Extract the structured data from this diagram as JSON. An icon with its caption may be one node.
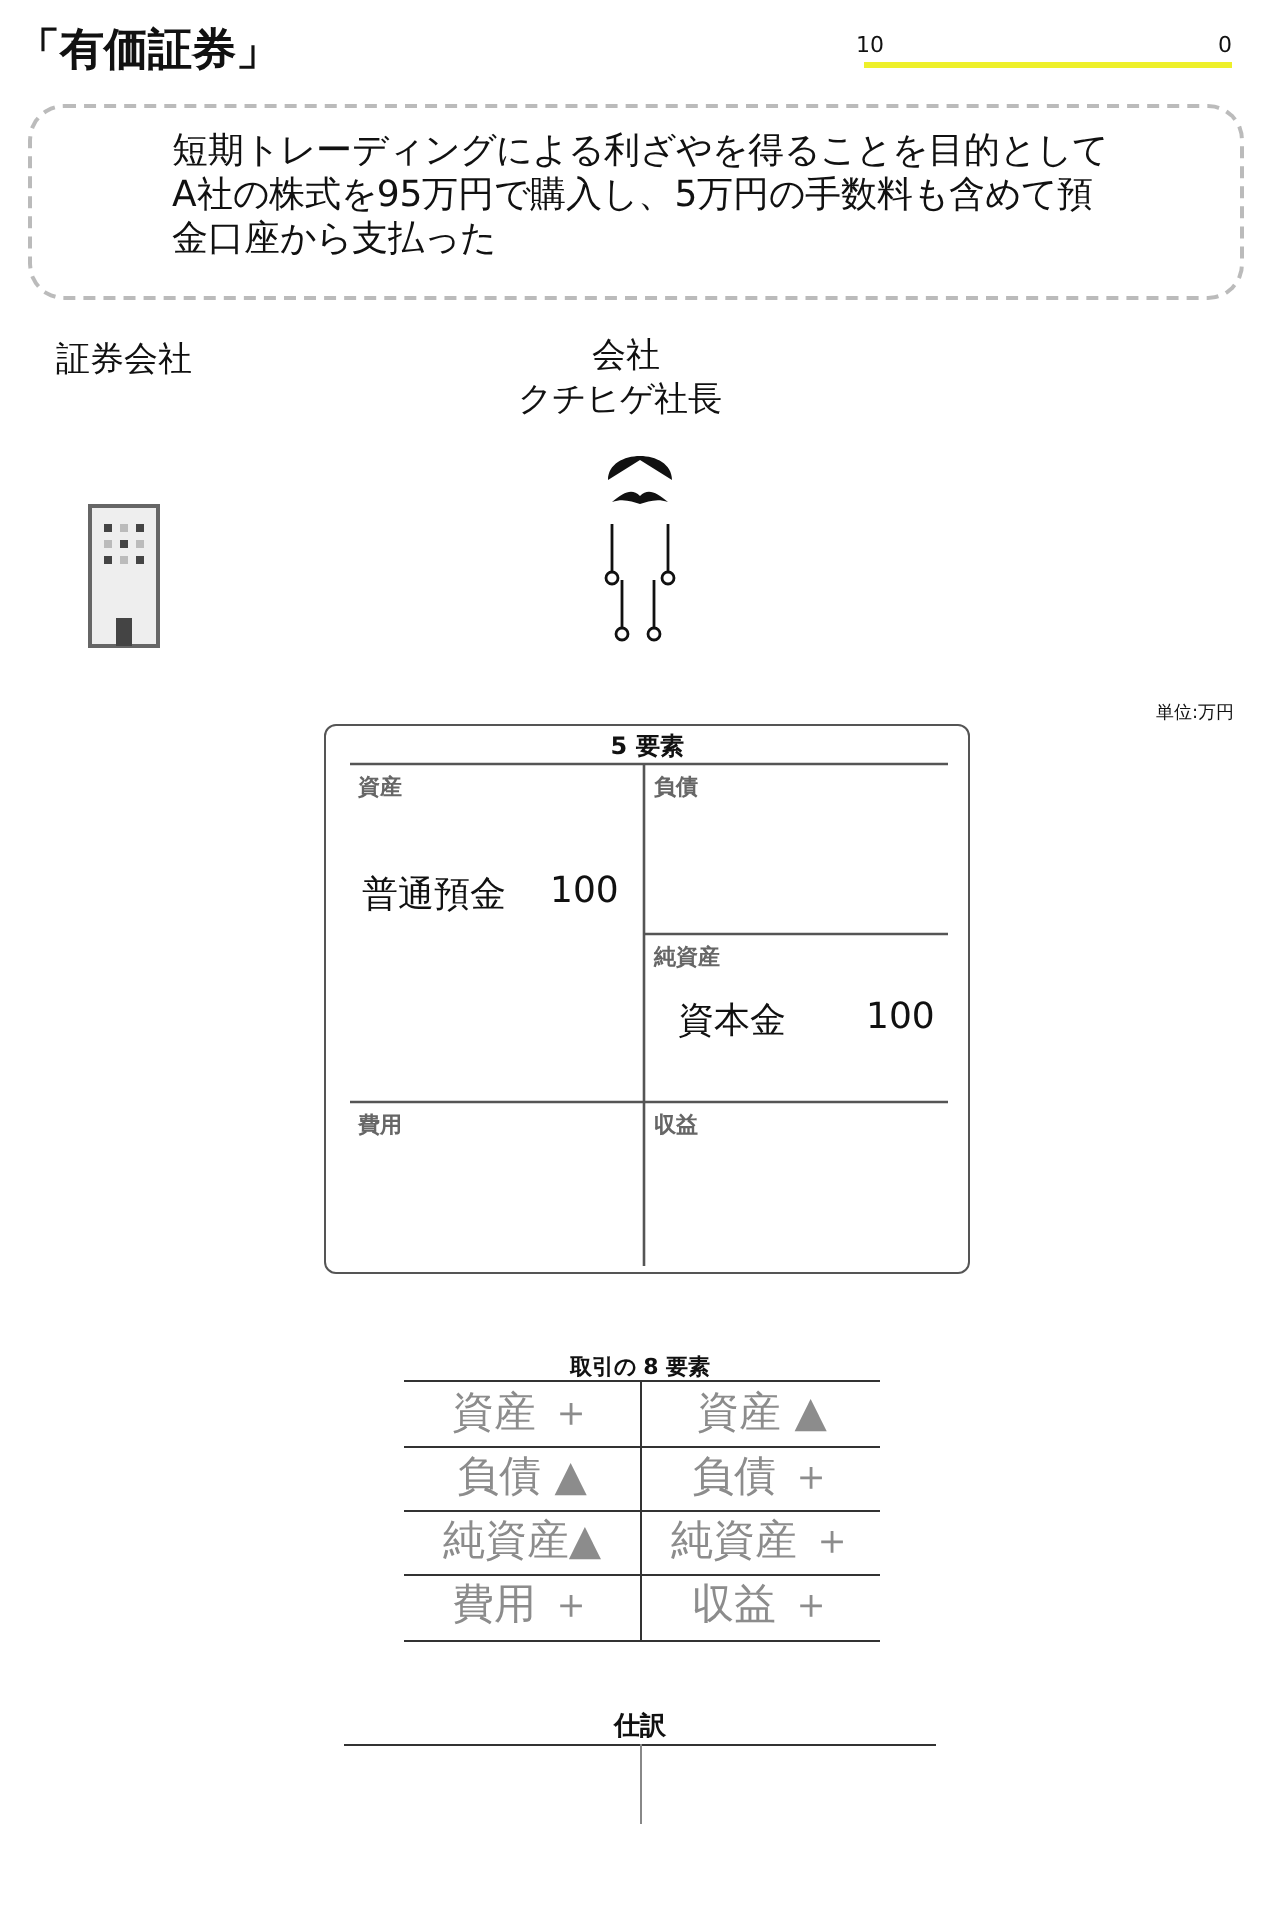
{
  "diagram": {
    "title": "「有価証券」",
    "nodes": [
      {
        "text": [
          "短期トレーディングによる利ざやを得ることを目的としてA社の株式を95万円で購入し、5万円の手数料も含めて預金口座から支払った"
        ]
      },
      {
        "text": [
          "5 要素"
        ]
      },
      {
        "text": [
          "資産",
          "普通預金",
          "100"
        ],
        "in": 1
      },
      {
        "text": [
          "負債"
        ],
        "in": 1
      },
      {
        "text": [
          "純資産",
          "資本金",
          "100"
        ],
        "in": 1
      },
      {
        "text": [
          "費用"
        ],
        "in": 1
      },
      {
        "text": [
          "収益"
        ],
        "in": 1
      }
    ],
    "labels": [
      "10",
      "0",
      "証券会社",
      "会社",
      "クチヒゲ社長",
      "単位:万円",
      "取引の 8 要素",
      "資産 ＋",
      "資産 ▲",
      "負債 ▲",
      "負債 ＋",
      "純資産▲",
      "純資産 ＋",
      "費用 ＋",
      "収益 ＋",
      "仕訳"
    ]
  }
}
